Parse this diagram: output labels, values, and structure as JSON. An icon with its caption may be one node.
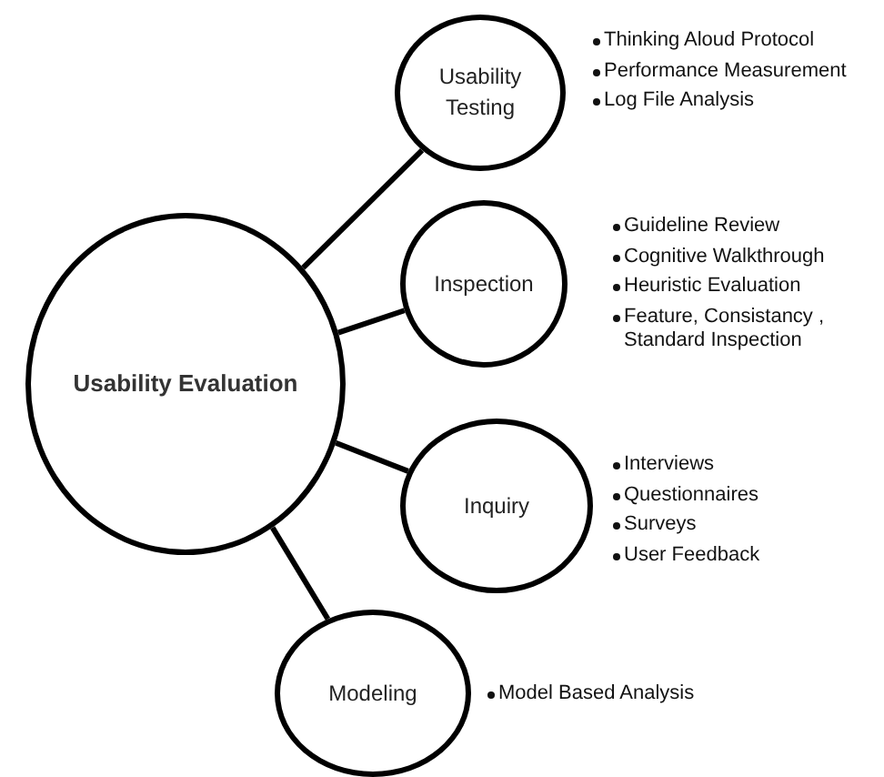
{
  "diagram": {
    "nodes": [
      {
        "text": [
          "Usability Evaluation"
        ]
      },
      {
        "text": [
          "Usability Testing"
        ],
        "beside": [
          "Thinking Aloud Protocol",
          "Performance Measurement",
          "Log File Analysis"
        ]
      },
      {
        "text": [
          "Inspection"
        ],
        "beside": [
          "Guideline Review",
          "Cognitive Walkthrough",
          "Heuristic Evaluation",
          "Feature, Consistancy , Standard Inspection"
        ]
      },
      {
        "text": [
          "Inquiry"
        ],
        "beside": [
          "Interviews",
          "Questionnaires",
          "Surveys",
          "User Feedback"
        ]
      },
      {
        "text": [
          "Modeling"
        ],
        "beside": [
          "Model Based Analysis"
        ]
      }
    ],
    "edges": [
      {
        "from": 0,
        "to": 1,
        "arrow": "none"
      },
      {
        "from": 0,
        "to": 2,
        "arrow": "none"
      },
      {
        "from": 0,
        "to": 3,
        "arrow": "none"
      },
      {
        "from": 0,
        "to": 4,
        "arrow": "none"
      }
    ]
  }
}
